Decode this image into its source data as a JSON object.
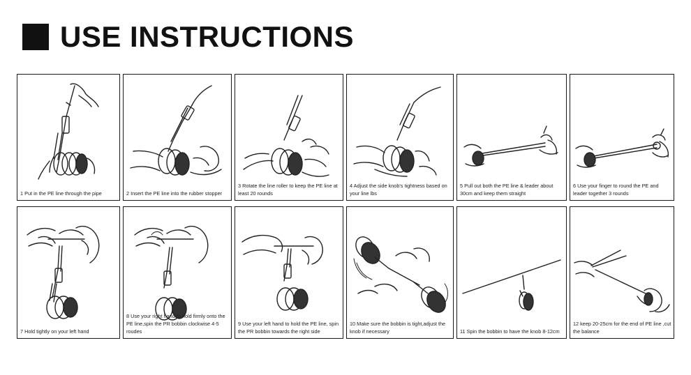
{
  "header": {
    "title": "USE INSTRUCTIONS",
    "square_color": "#111111"
  },
  "steps": [
    {
      "caption": "1 Put in the PE line through the pipe"
    },
    {
      "caption": "2 Insert the PE line into the rubber stopper"
    },
    {
      "caption": "3 Rotate the line roller to keep the PE line at least 20 rounds"
    },
    {
      "caption": "4 Adjust the side knob's tightness based on your line lbs"
    },
    {
      "caption": "5 Pull out both the PE line & leader about 30cm and keep them straight"
    },
    {
      "caption": "6 Use your finger to round the PE and leader together 3 rounds"
    },
    {
      "caption": "7 Hold tightly on your left hand"
    },
    {
      "caption": "8 Use your right hand to hold firmly onto the PE line,spin the PR bobbin clockwise 4-5 roudes"
    },
    {
      "caption": "9 Use your left hand to hold the PE line, spin the PR bobbin towards the right side"
    },
    {
      "caption": "10 Make sure the bobbin is tight,adjust the knob if necessary"
    },
    {
      "caption": "11 Spin the bobbin to have the knob 8-12cm"
    },
    {
      "caption": "12 keep 20-25cm for the end of PE line ,cut the balance"
    }
  ]
}
